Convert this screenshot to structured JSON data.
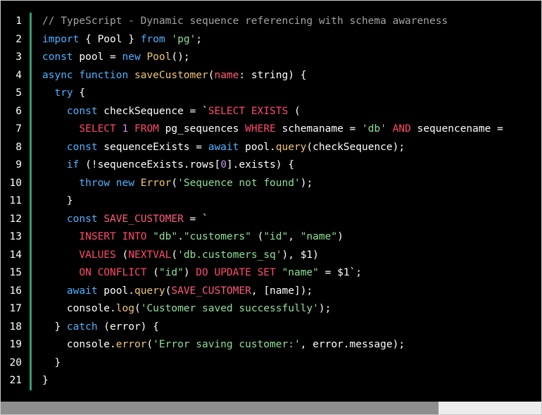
{
  "editor": {
    "lines": [
      {
        "n": "1",
        "segs": [
          {
            "t": "// TypeScript - Dynamic sequence referencing with schema awareness",
            "c": "comment"
          }
        ]
      },
      {
        "n": "2",
        "segs": [
          {
            "t": "import",
            "c": "kw"
          },
          {
            "t": " { Pool } ",
            "c": ""
          },
          {
            "t": "from",
            "c": "kw"
          },
          {
            "t": " ",
            "c": ""
          },
          {
            "t": "'pg'",
            "c": "str"
          },
          {
            "t": ";",
            "c": ""
          }
        ]
      },
      {
        "n": "3",
        "segs": [
          {
            "t": "const",
            "c": "kw"
          },
          {
            "t": " pool = ",
            "c": ""
          },
          {
            "t": "new",
            "c": "kw"
          },
          {
            "t": " ",
            "c": ""
          },
          {
            "t": "Pool",
            "c": "fn"
          },
          {
            "t": "();",
            "c": ""
          }
        ]
      },
      {
        "n": "4",
        "segs": [
          {
            "t": "async",
            "c": "kw"
          },
          {
            "t": " ",
            "c": ""
          },
          {
            "t": "function",
            "c": "kw"
          },
          {
            "t": " ",
            "c": ""
          },
          {
            "t": "saveCustomer",
            "c": "fn"
          },
          {
            "t": "(",
            "c": ""
          },
          {
            "t": "name",
            "c": "param"
          },
          {
            "t": ": string) {",
            "c": ""
          }
        ]
      },
      {
        "n": "5",
        "segs": [
          {
            "t": "  ",
            "c": ""
          },
          {
            "t": "try",
            "c": "kw"
          },
          {
            "t": " {",
            "c": ""
          }
        ]
      },
      {
        "n": "6",
        "segs": [
          {
            "t": "    ",
            "c": ""
          },
          {
            "t": "const",
            "c": "kw"
          },
          {
            "t": " checkSequence = `",
            "c": ""
          },
          {
            "t": "SELECT EXISTS",
            "c": "kw2"
          },
          {
            "t": " (",
            "c": ""
          }
        ]
      },
      {
        "n": "7",
        "segs": [
          {
            "t": "      ",
            "c": ""
          },
          {
            "t": "SELECT",
            "c": "kw2"
          },
          {
            "t": " ",
            "c": ""
          },
          {
            "t": "1",
            "c": "num"
          },
          {
            "t": " ",
            "c": ""
          },
          {
            "t": "FROM",
            "c": "kw2"
          },
          {
            "t": " pg_sequences ",
            "c": ""
          },
          {
            "t": "WHERE",
            "c": "kw2"
          },
          {
            "t": " schemaname = ",
            "c": ""
          },
          {
            "t": "'db'",
            "c": "str"
          },
          {
            "t": " ",
            "c": ""
          },
          {
            "t": "AND",
            "c": "kw2"
          },
          {
            "t": " sequencename = ",
            "c": ""
          }
        ]
      },
      {
        "n": "8",
        "segs": [
          {
            "t": "    ",
            "c": ""
          },
          {
            "t": "const",
            "c": "kw"
          },
          {
            "t": " sequenceExists = ",
            "c": ""
          },
          {
            "t": "await",
            "c": "kw"
          },
          {
            "t": " pool.",
            "c": ""
          },
          {
            "t": "query",
            "c": "fn"
          },
          {
            "t": "(checkSequence);",
            "c": ""
          }
        ]
      },
      {
        "n": "9",
        "segs": [
          {
            "t": "    ",
            "c": ""
          },
          {
            "t": "if",
            "c": "kw"
          },
          {
            "t": " (!sequenceExists.rows[",
            "c": ""
          },
          {
            "t": "0",
            "c": "num"
          },
          {
            "t": "].exists) {",
            "c": ""
          }
        ]
      },
      {
        "n": "10",
        "segs": [
          {
            "t": "      ",
            "c": ""
          },
          {
            "t": "throw",
            "c": "kw"
          },
          {
            "t": " ",
            "c": ""
          },
          {
            "t": "new",
            "c": "kw"
          },
          {
            "t": " ",
            "c": ""
          },
          {
            "t": "Error",
            "c": "fn"
          },
          {
            "t": "(",
            "c": ""
          },
          {
            "t": "'Sequence not found'",
            "c": "str"
          },
          {
            "t": ");",
            "c": ""
          }
        ]
      },
      {
        "n": "11",
        "segs": [
          {
            "t": "    }",
            "c": ""
          }
        ]
      },
      {
        "n": "12",
        "segs": [
          {
            "t": "    ",
            "c": ""
          },
          {
            "t": "const",
            "c": "kw"
          },
          {
            "t": " ",
            "c": ""
          },
          {
            "t": "SAVE_CUSTOMER",
            "c": "param"
          },
          {
            "t": " = `",
            "c": ""
          }
        ]
      },
      {
        "n": "13",
        "segs": [
          {
            "t": "      ",
            "c": ""
          },
          {
            "t": "INSERT INTO",
            "c": "kw2"
          },
          {
            "t": " ",
            "c": ""
          },
          {
            "t": "\"db\"",
            "c": "str"
          },
          {
            "t": ".",
            "c": ""
          },
          {
            "t": "\"customers\"",
            "c": "str"
          },
          {
            "t": " (",
            "c": ""
          },
          {
            "t": "\"id\"",
            "c": "str"
          },
          {
            "t": ", ",
            "c": ""
          },
          {
            "t": "\"name\"",
            "c": "str"
          },
          {
            "t": ")",
            "c": ""
          }
        ]
      },
      {
        "n": "14",
        "segs": [
          {
            "t": "      ",
            "c": ""
          },
          {
            "t": "VALUES",
            "c": "kw2"
          },
          {
            "t": " (",
            "c": ""
          },
          {
            "t": "NEXTVAL",
            "c": "kw2"
          },
          {
            "t": "(",
            "c": ""
          },
          {
            "t": "'db.customers_sq'",
            "c": "str"
          },
          {
            "t": "), $1)",
            "c": ""
          }
        ]
      },
      {
        "n": "15",
        "segs": [
          {
            "t": "      ",
            "c": ""
          },
          {
            "t": "ON CONFLICT",
            "c": "kw2"
          },
          {
            "t": " (",
            "c": ""
          },
          {
            "t": "\"id\"",
            "c": "str"
          },
          {
            "t": ") ",
            "c": ""
          },
          {
            "t": "DO UPDATE SET",
            "c": "kw2"
          },
          {
            "t": " ",
            "c": ""
          },
          {
            "t": "\"name\"",
            "c": "str"
          },
          {
            "t": " = $1`;",
            "c": ""
          }
        ]
      },
      {
        "n": "16",
        "segs": [
          {
            "t": "    ",
            "c": ""
          },
          {
            "t": "await",
            "c": "kw"
          },
          {
            "t": " pool.",
            "c": ""
          },
          {
            "t": "query",
            "c": "fn"
          },
          {
            "t": "(",
            "c": ""
          },
          {
            "t": "SAVE_CUSTOMER",
            "c": "param"
          },
          {
            "t": ", [name]);",
            "c": ""
          }
        ]
      },
      {
        "n": "17",
        "segs": [
          {
            "t": "    console.",
            "c": ""
          },
          {
            "t": "log",
            "c": "fn"
          },
          {
            "t": "(",
            "c": ""
          },
          {
            "t": "'Customer saved successfully'",
            "c": "str"
          },
          {
            "t": ");",
            "c": ""
          }
        ]
      },
      {
        "n": "18",
        "segs": [
          {
            "t": "  } ",
            "c": ""
          },
          {
            "t": "catch",
            "c": "kw"
          },
          {
            "t": " (error) {",
            "c": ""
          }
        ]
      },
      {
        "n": "19",
        "segs": [
          {
            "t": "    console.",
            "c": ""
          },
          {
            "t": "error",
            "c": "fn"
          },
          {
            "t": "(",
            "c": ""
          },
          {
            "t": "'Error saving customer:'",
            "c": "str"
          },
          {
            "t": ", error.message);",
            "c": ""
          }
        ]
      },
      {
        "n": "20",
        "segs": [
          {
            "t": "  }",
            "c": ""
          }
        ]
      },
      {
        "n": "21",
        "segs": [
          {
            "t": "}",
            "c": ""
          }
        ]
      }
    ],
    "scroll_position": 0.0,
    "scroll_visible_fraction": 0.81
  }
}
